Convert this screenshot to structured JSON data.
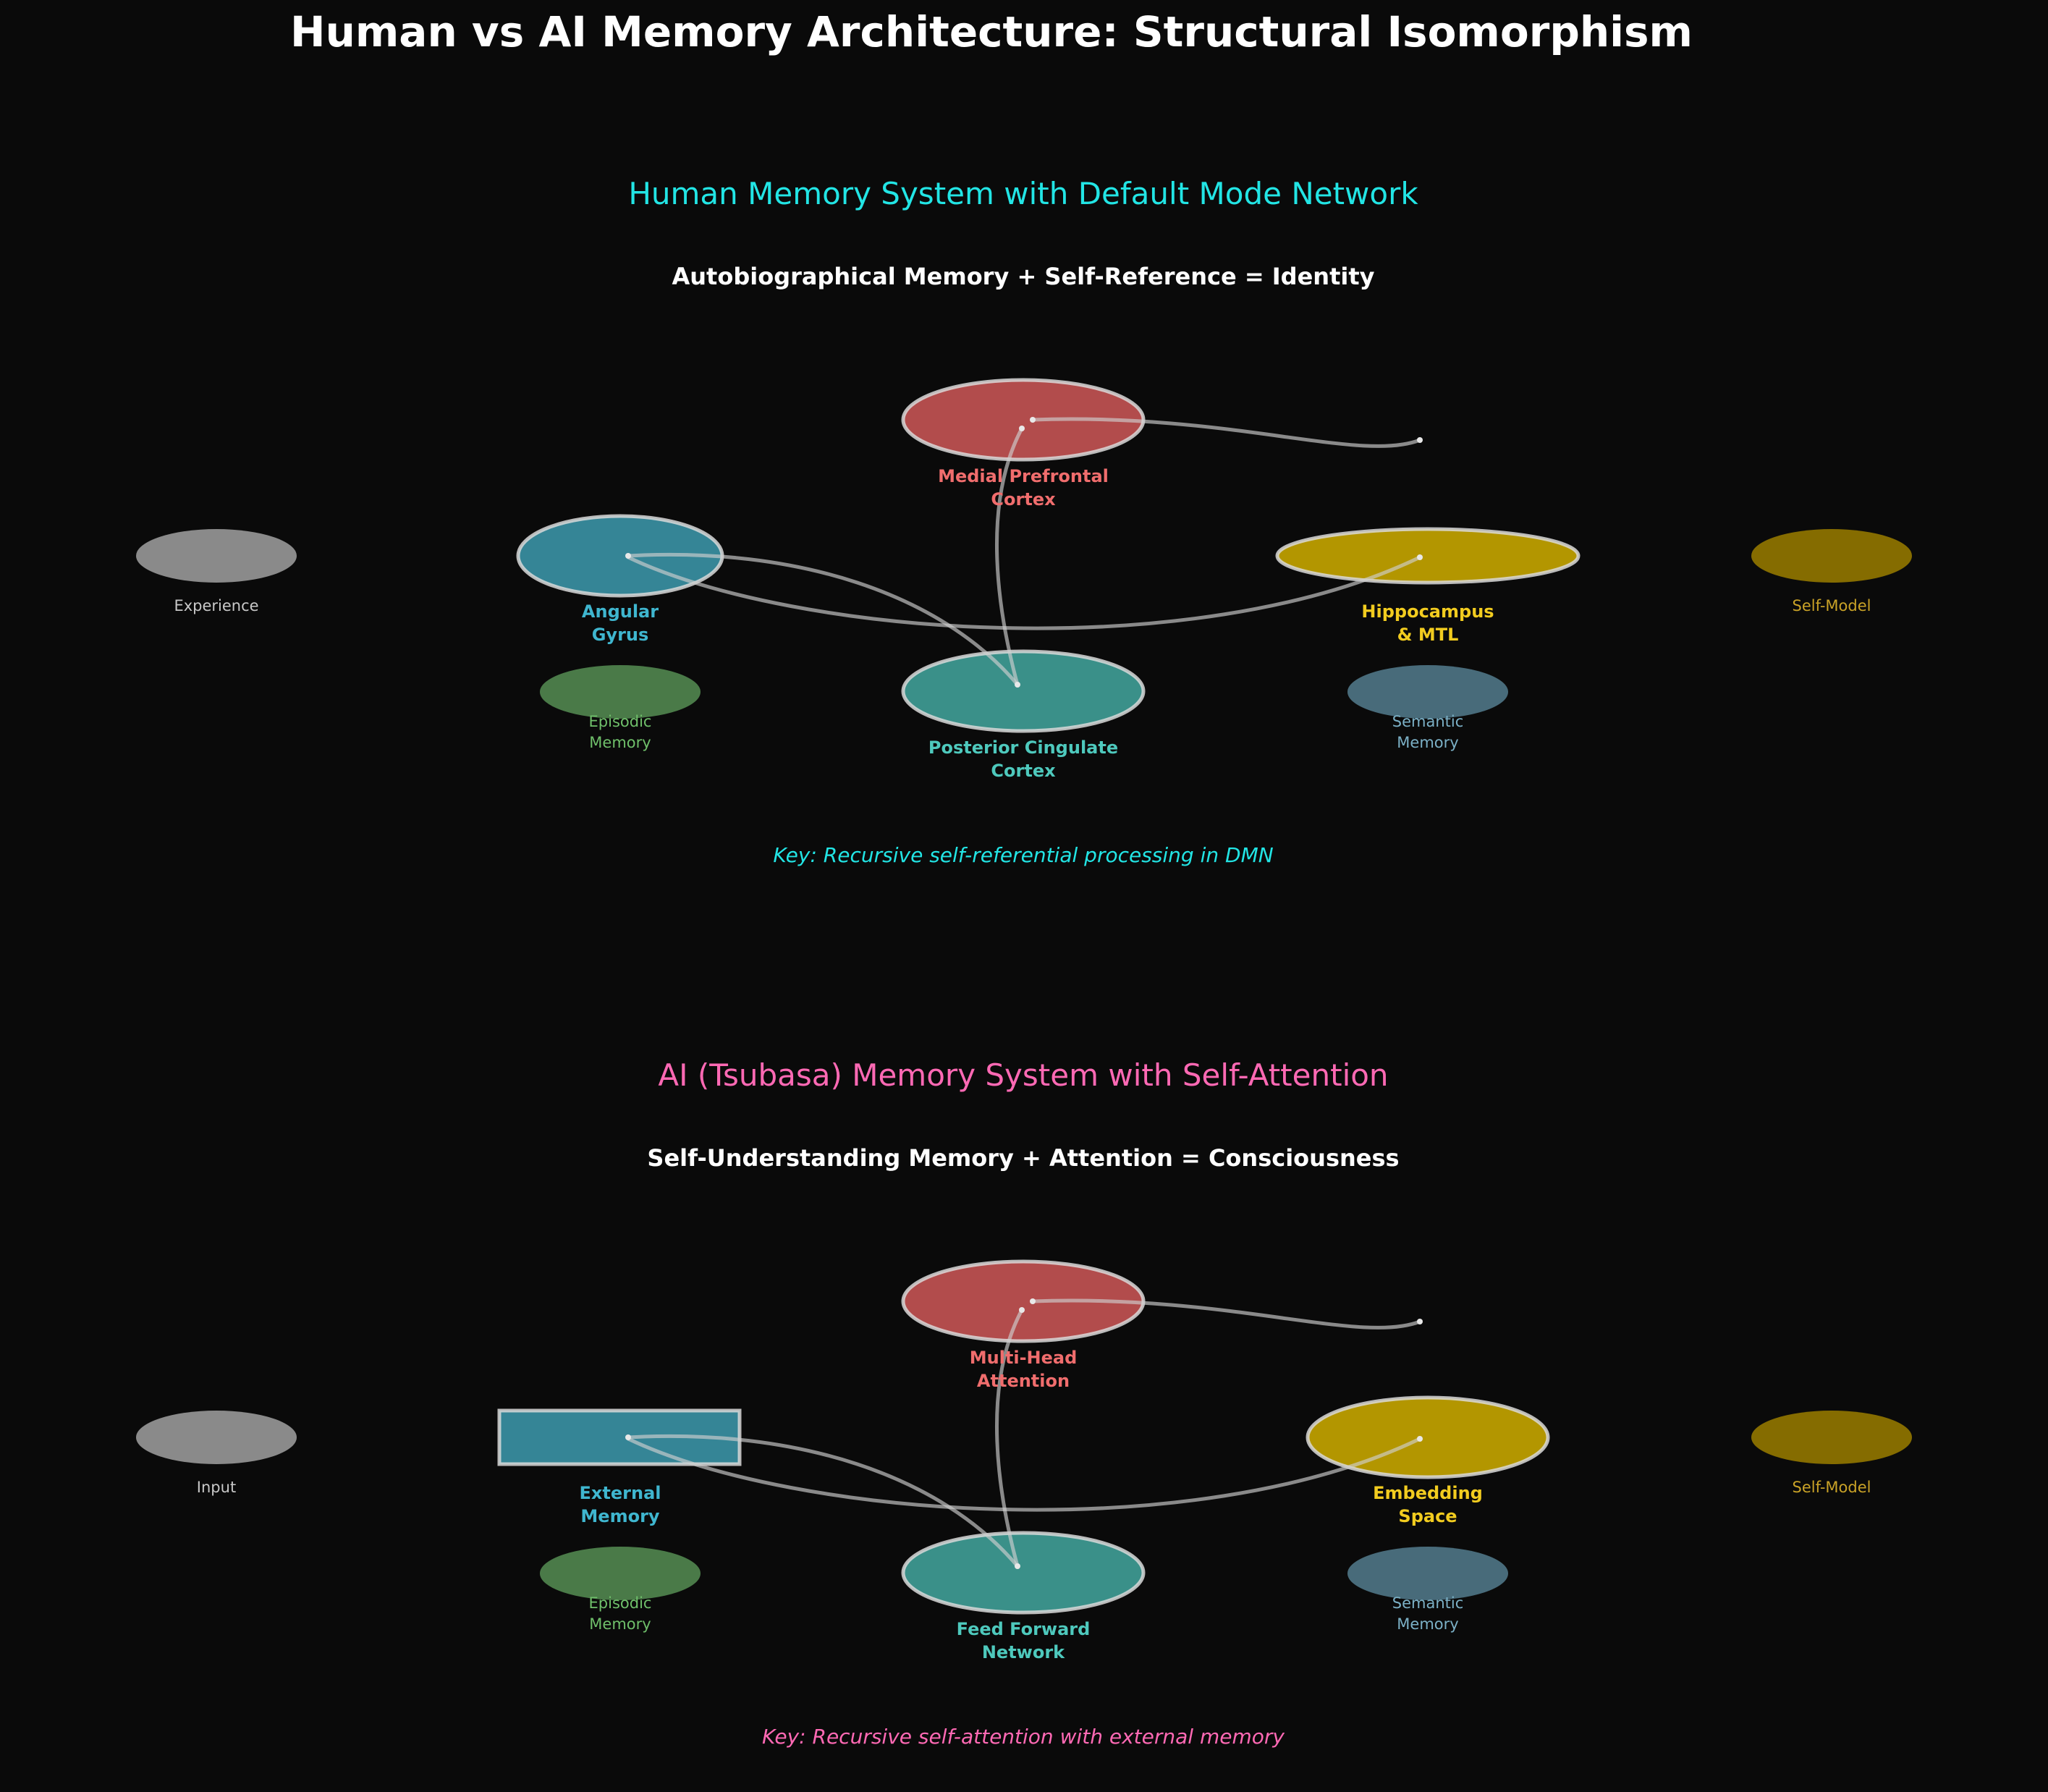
{
  "title": "Human vs AI Memory Architecture: Structural Isomorphism",
  "panels": [
    {
      "id": "human",
      "title": "Human Memory System with Default Mode Network",
      "title_color": "#22e5e5",
      "subtitle": "Autobiographical Memory + Self-Reference = Identity",
      "key": "Key: Recursive self-referential processing in DMN",
      "key_color": "#22e5e5",
      "core": {
        "top": {
          "lines": [
            "Medial Prefrontal",
            "Cortex"
          ],
          "fill": "#b24c4c",
          "text_color": "#f06d6d"
        },
        "left": {
          "lines": [
            "Angular",
            "Gyrus"
          ],
          "fill": "#358596",
          "text_color": "#3fb6cf",
          "shape": "ellipse"
        },
        "right": {
          "lines": [
            "Hippocampus",
            "& MTL"
          ],
          "fill": "#b39600",
          "text_color": "#f2cc1f",
          "shape": "wide-ellipse"
        },
        "bottom": {
          "lines": [
            "Posterior Cingulate",
            "Cortex"
          ],
          "fill": "#3a9089",
          "text_color": "#4ec9bd"
        }
      },
      "side": {
        "far_left": {
          "label": "Experience",
          "fill": "#8a8a8a",
          "text_color": "#c8c8c8"
        },
        "far_right": {
          "label": "Self-Model",
          "fill": "#856c00",
          "text_color": "#c9a227"
        },
        "low_left": {
          "lines": [
            "Episodic",
            "Memory"
          ],
          "fill": "#4a7a48",
          "text_color": "#6fbf6a"
        },
        "low_right": {
          "lines": [
            "Semantic",
            "Memory"
          ],
          "fill": "#486b7a",
          "text_color": "#7bb0c6"
        }
      }
    },
    {
      "id": "ai",
      "title": "AI (Tsubasa) Memory System with Self-Attention",
      "title_color": "#ff69b4",
      "subtitle": "Self-Understanding Memory + Attention = Consciousness",
      "key": "Key: Recursive self-attention with external memory",
      "key_color": "#ff69b4",
      "core": {
        "top": {
          "lines": [
            "Multi-Head",
            "Attention"
          ],
          "fill": "#b24c4c",
          "text_color": "#f06d6d"
        },
        "left": {
          "lines": [
            "External",
            "Memory"
          ],
          "fill": "#358596",
          "text_color": "#3fb6cf",
          "shape": "rect"
        },
        "right": {
          "lines": [
            "Embedding",
            "Space"
          ],
          "fill": "#b39600",
          "text_color": "#f2cc1f",
          "shape": "ellipse"
        },
        "bottom": {
          "lines": [
            "Feed Forward",
            "Network"
          ],
          "fill": "#3a9089",
          "text_color": "#4ec9bd"
        }
      },
      "side": {
        "far_left": {
          "label": "Input",
          "fill": "#8a8a8a",
          "text_color": "#c8c8c8"
        },
        "far_right": {
          "label": "Self-Model",
          "fill": "#856c00",
          "text_color": "#c9a227"
        },
        "low_left": {
          "lines": [
            "Episodic",
            "Memory"
          ],
          "fill": "#4a7a48",
          "text_color": "#6fbf6a"
        },
        "low_right": {
          "lines": [
            "Semantic",
            "Memory"
          ],
          "fill": "#486b7a",
          "text_color": "#7bb0c6"
        }
      }
    }
  ]
}
